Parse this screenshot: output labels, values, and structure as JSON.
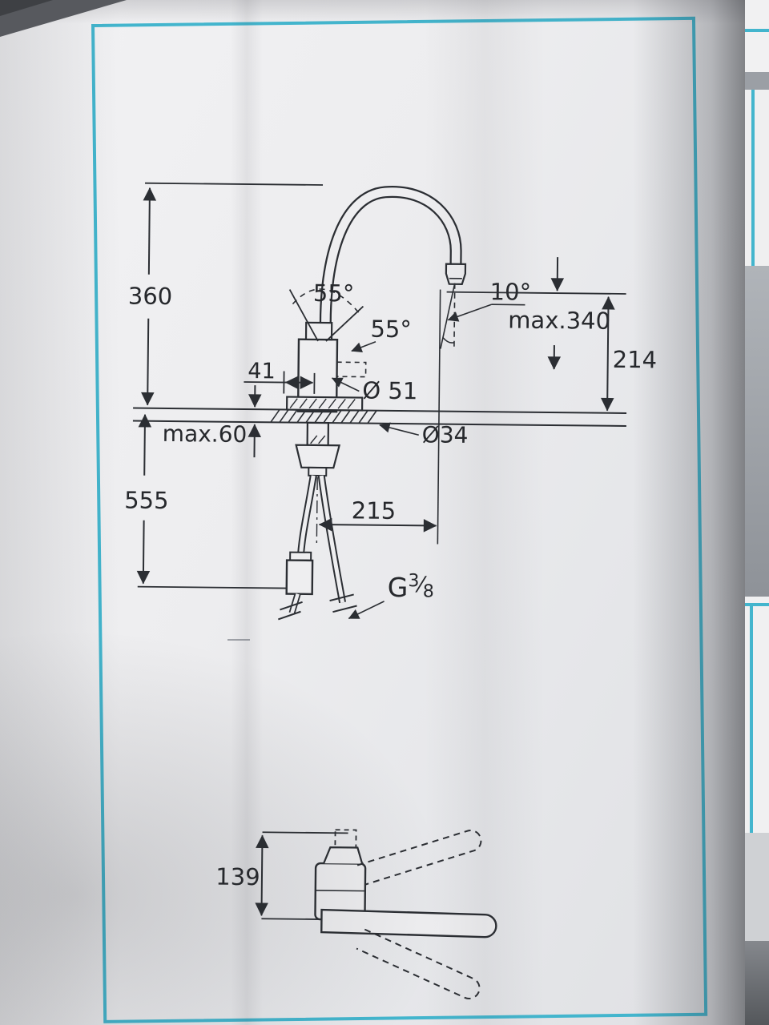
{
  "meta": {
    "frame_color": "#43b5cd",
    "ink": "#2b2e33"
  },
  "labels": {
    "h360": "360",
    "h555": "555",
    "max60": "max.60",
    "w41": "41",
    "a55l": "55°",
    "a55r": "55°",
    "a10": "10°",
    "max340": "max.340",
    "h214": "214",
    "dia51": "Ø 51",
    "dia34": "Ø34",
    "w215": "215",
    "g38_g": "G",
    "g38_sup": "3",
    "g38_slash": "⁄",
    "g38_sub": "8",
    "h139": "139"
  }
}
